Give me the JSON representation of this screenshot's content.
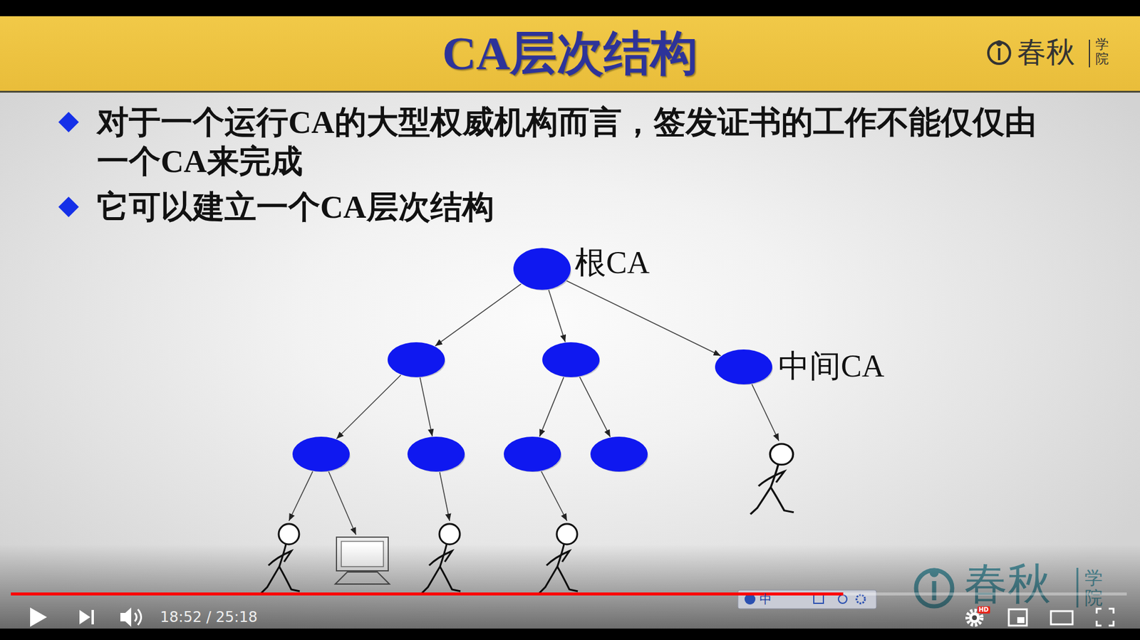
{
  "diagram": {
    "title": "CA层次结构",
    "nodes": [
      {
        "text": [
          "根CA"
        ]
      },
      {
        "text": []
      },
      {
        "text": []
      },
      {
        "text": [
          "中间CA"
        ]
      },
      {
        "text": []
      },
      {
        "text": []
      },
      {
        "text": []
      },
      {
        "text": []
      },
      {
        "text": []
      },
      {
        "text": []
      },
      {
        "text": []
      },
      {
        "text": []
      },
      {
        "text": []
      }
    ],
    "edges": [
      {
        "from": 0,
        "to": 1,
        "arrow": "to"
      },
      {
        "from": 0,
        "to": 2,
        "arrow": "to"
      },
      {
        "from": 0,
        "to": 3,
        "arrow": "to"
      },
      {
        "from": 1,
        "to": 4,
        "arrow": "to"
      },
      {
        "from": 1,
        "to": 5,
        "arrow": "to"
      },
      {
        "from": 2,
        "to": 6,
        "arrow": "to"
      },
      {
        "from": 2,
        "to": 7,
        "arrow": "to"
      },
      {
        "from": 3,
        "to": 8,
        "arrow": "to"
      },
      {
        "from": 4,
        "to": 9,
        "arrow": "to"
      },
      {
        "from": 4,
        "to": 10,
        "arrow": "to"
      },
      {
        "from": 5,
        "to": 11,
        "arrow": "to"
      },
      {
        "from": 6,
        "to": 12,
        "arrow": "to"
      }
    ],
    "labels": [
      "春秋",
      "学院",
      "对于一个运行CA的大型权威机构而言，签发证书的工作不能仅仅由一个CA来完成",
      "它可以建立一个CA层次结构",
      "中",
      "春秋",
      "学院",
      "HD",
      "18:52 / 25:18"
    ]
  }
}
